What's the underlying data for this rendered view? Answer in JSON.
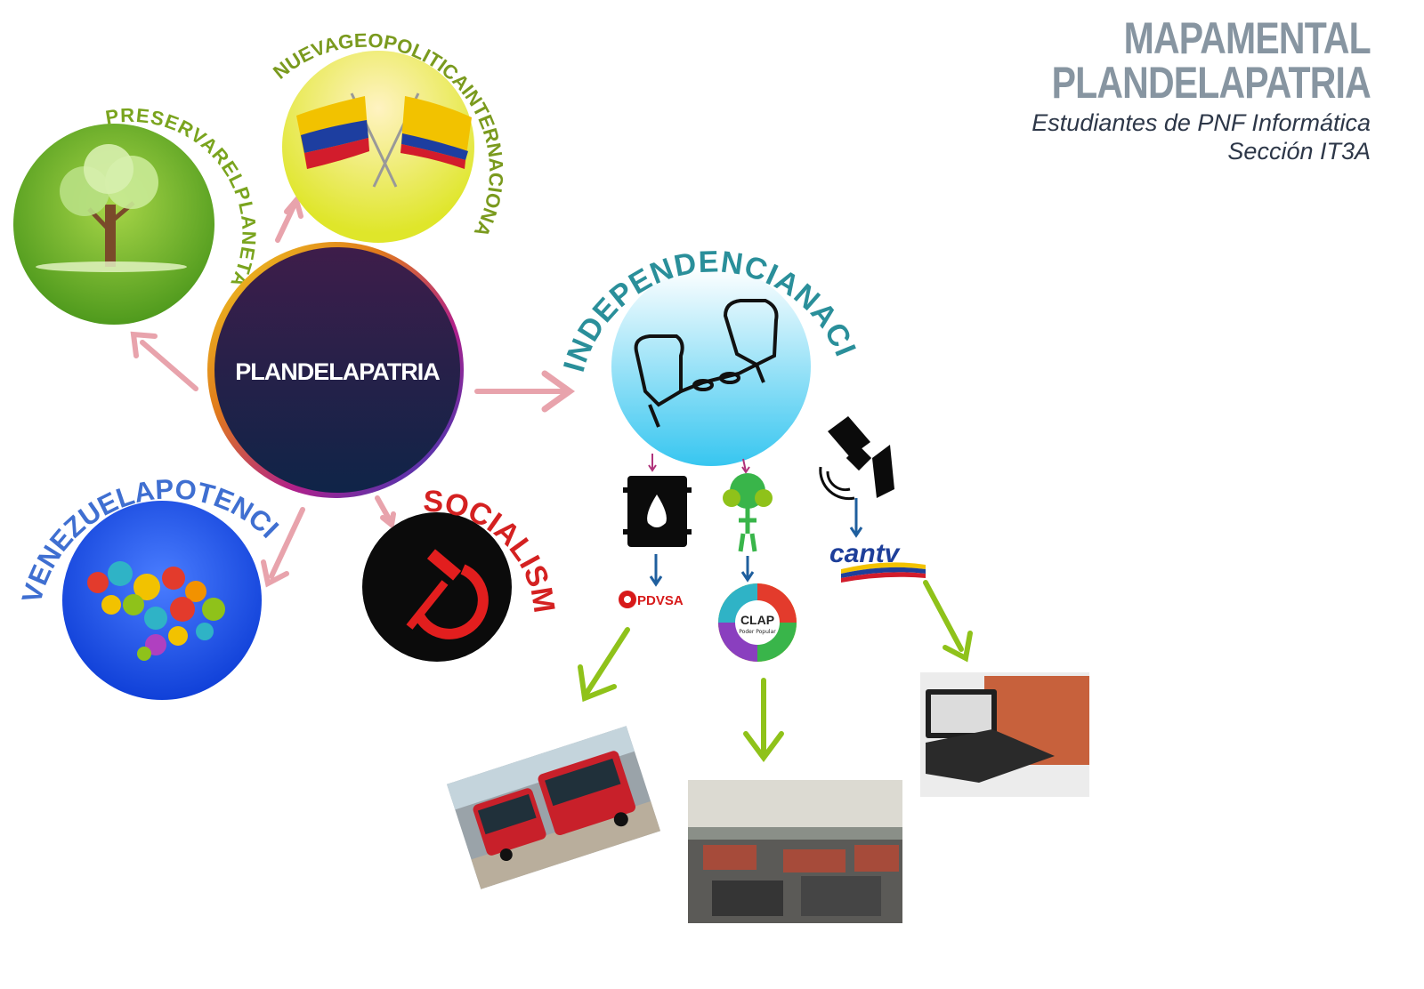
{
  "header": {
    "title_line1": "MAPAMENTAL",
    "title_line2": "PLANDELAPATRIA",
    "subtitle_line1": "Estudiantes de PNF Informática",
    "subtitle_line2": "Sección IT3A"
  },
  "nodes": {
    "center": "PLANDELAPATRIA",
    "preservar": "PRESERVARELPLANETA",
    "geopolitica": "NUEVAGEOPOLITICAINTERNACIONAL",
    "venezuela": "VENEZUELAPOTENCIA",
    "socialismo": "SOCIALISMO",
    "independencia": "INDEPENDENCIANACIONAL"
  },
  "logos": {
    "pdvsa": "PDVSA",
    "cantv": "cantv",
    "clap": "CLAP",
    "clap_sub": "Poder Popular"
  },
  "colors": {
    "arrow_pink": "#e8a3ac",
    "arrow_green": "#8fc21a",
    "arrow_blue": "#1f5f9e",
    "arrow_magenta": "#b0337a",
    "title_gray": "#8795a1",
    "preservar_text": "#7aa41e",
    "geopolitica_text": "#7a9a1e",
    "venezuela_text": "#3f6fd1",
    "socialismo_text": "#d42121",
    "independencia_text": "#2a8f9a"
  }
}
